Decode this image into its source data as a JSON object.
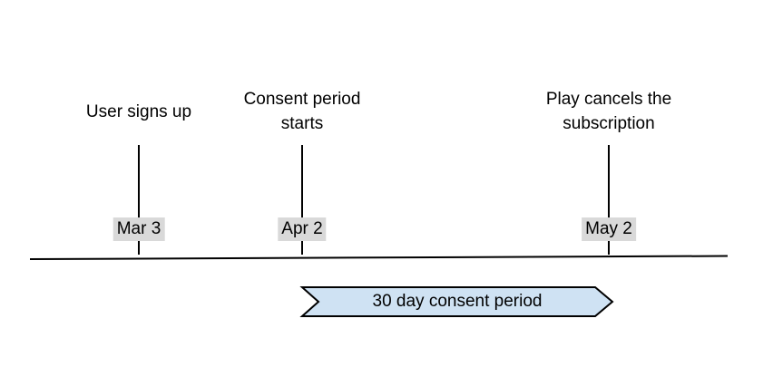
{
  "diagram": {
    "colors": {
      "background": "#ffffff",
      "line": "#000000",
      "text": "#000000",
      "date_badge_bg": "#d9d9d9",
      "ribbon_fill": "#cfe2f3",
      "ribbon_stroke": "#000000"
    },
    "events": [
      {
        "title": "User signs up",
        "date": "Mar 3"
      },
      {
        "title": "Consent period starts",
        "date": "Apr 2"
      },
      {
        "title": "Play cancels the subscription",
        "date": "May 2"
      }
    ],
    "ribbon": {
      "label": "30 day consent period"
    }
  }
}
